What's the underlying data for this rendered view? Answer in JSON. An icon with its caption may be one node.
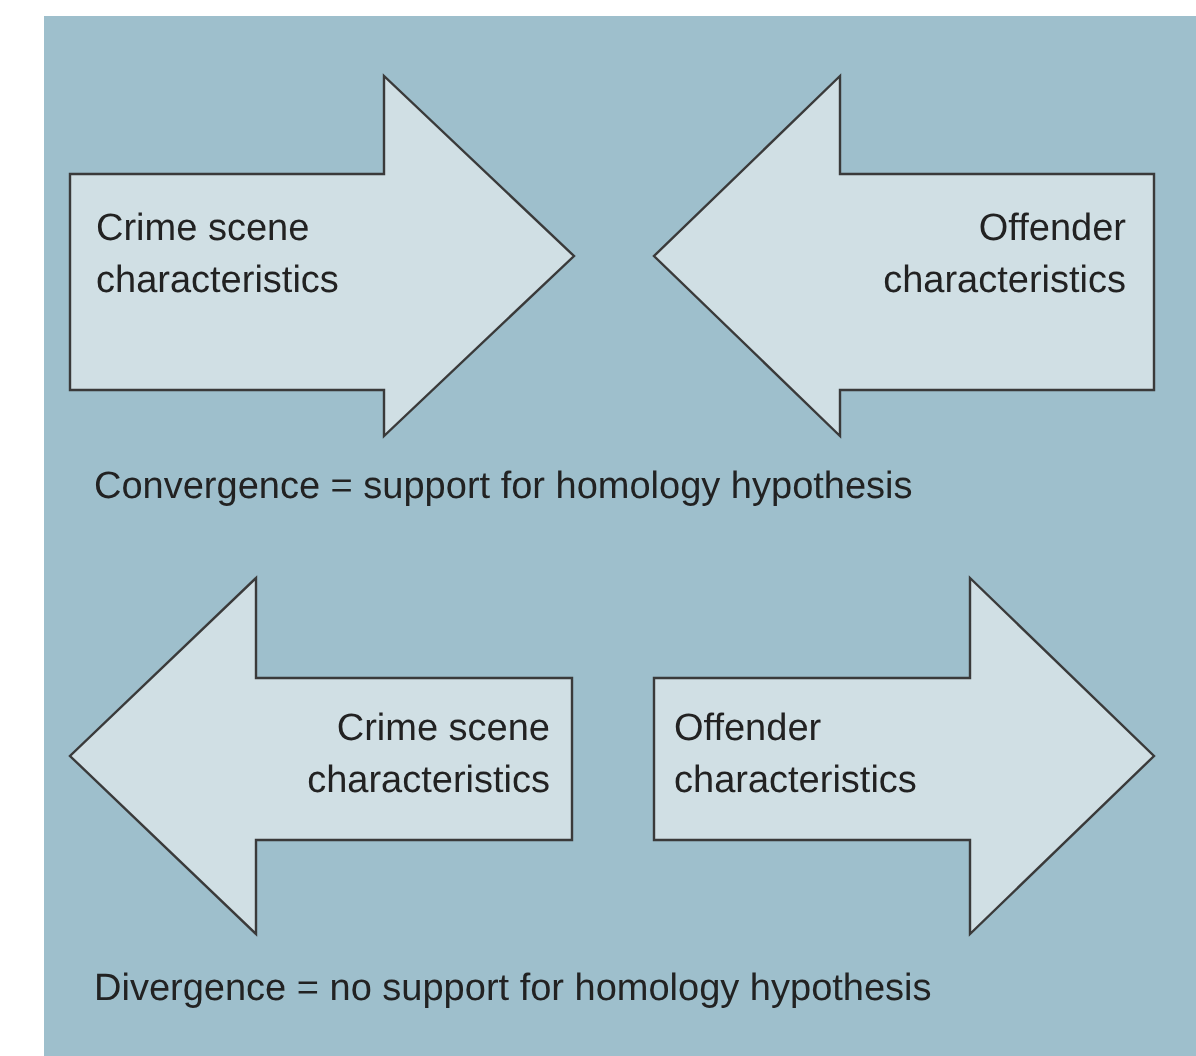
{
  "diagram": {
    "nodes": [
      {
        "text": [
          "Crime scene characteristics"
        ]
      },
      {
        "text": [
          "Offender characteristics"
        ]
      },
      {
        "text": [
          "Crime scene characteristics"
        ]
      },
      {
        "text": [
          "Offender characteristics"
        ]
      }
    ],
    "labels": [
      "Convergence = support for homology hypothesis",
      "Divergence = no support for homology hypothesis"
    ]
  }
}
